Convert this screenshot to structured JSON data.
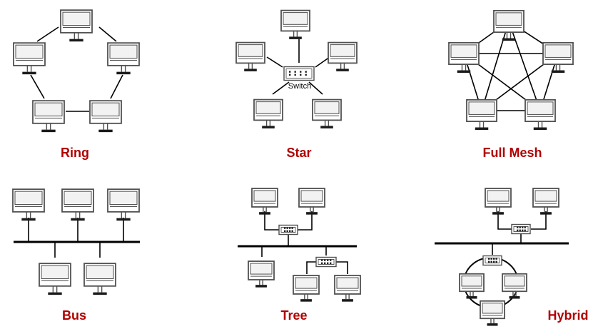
{
  "colors": {
    "label": "#B00000",
    "line": "#000000",
    "screen": "#F2F2F2",
    "device": "#505050"
  },
  "icons": {
    "computer": "computer-icon",
    "switch": "switch-icon"
  },
  "topologies": {
    "ring": {
      "label": "Ring"
    },
    "star": {
      "label": "Star",
      "switch_label": "Switch"
    },
    "mesh": {
      "label": "Full Mesh"
    },
    "bus": {
      "label": "Bus"
    },
    "tree": {
      "label": "Tree"
    },
    "hybrid": {
      "label": "Hybrid"
    }
  }
}
